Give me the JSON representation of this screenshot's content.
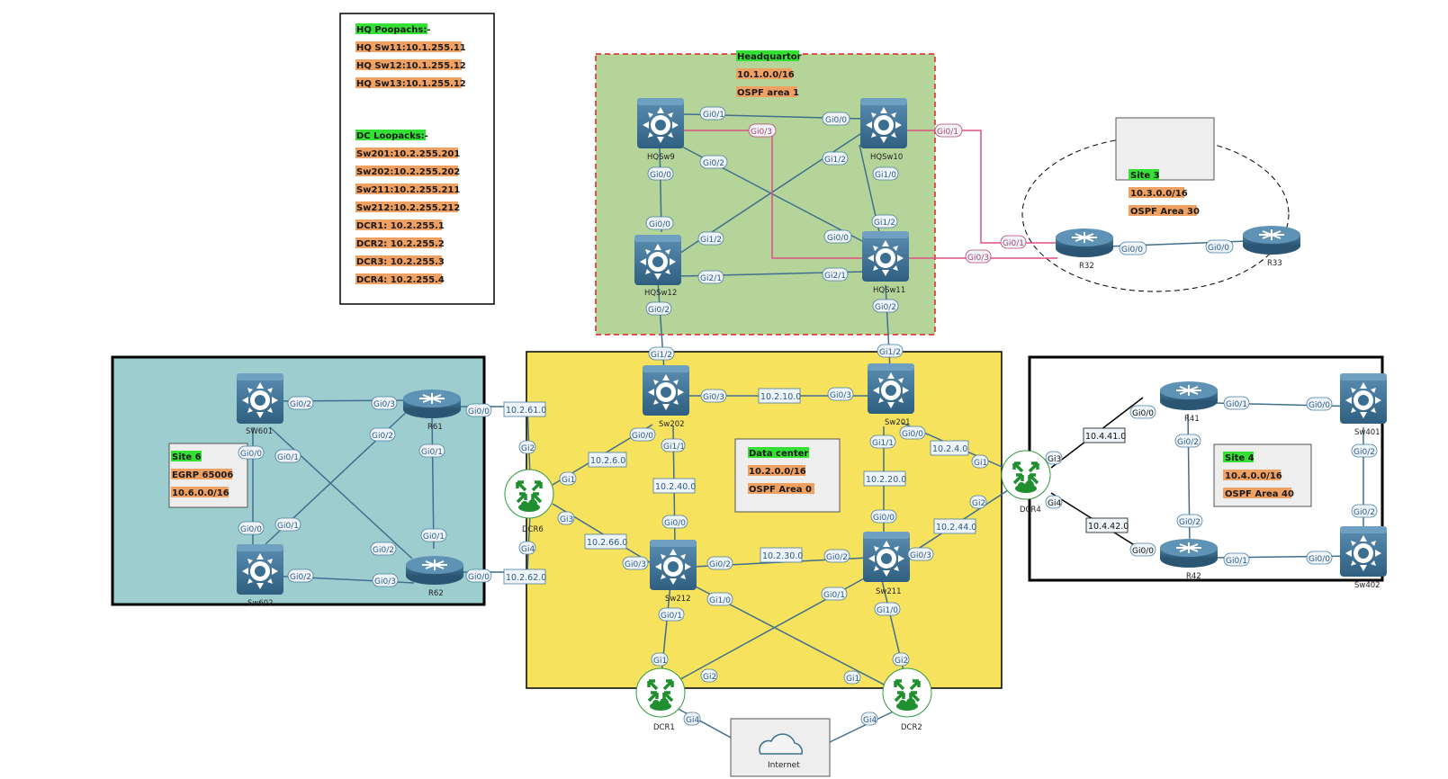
{
  "legend_hq": {
    "title": "HQ Poopachs:-",
    "items": [
      "HQ Sw11:10.1.255.11",
      "HQ Sw12:10.1.255.12",
      "HQ Sw13:10.1.255.12"
    ]
  },
  "legend_dc": {
    "title": "DC Loopacks:-",
    "items": [
      "Sw201:10.2.255.201",
      "Sw202:10.2.255.202",
      "Sw211:10.2.255.211",
      "Sw212:10.2.255.212",
      "DCR1: 10.2.255.1",
      "DCR2: 10.2.255.2",
      "DCR3: 10.2.255.3",
      "DCR4: 10.2.255.4"
    ]
  },
  "hq": {
    "title": "Headquartor",
    "subnet": "10.1.0.0/16",
    "area": "OSPF area 1"
  },
  "site3": {
    "title": "Site 3",
    "subnet": "10.3.0.0/16",
    "area": "OSPF Area 30"
  },
  "site6": {
    "title": "Site 6",
    "protocol": "EGRP 65006",
    "subnet": "10.6.0.0/16"
  },
  "dc": {
    "title": "Data center",
    "subnet": "10.2.0.0/16",
    "area": "OSPF Area 0"
  },
  "site4": {
    "title": "Site 4",
    "subnet": "10.4.0.0/16",
    "area": "OSPF Area 40"
  },
  "internet": "Internet",
  "devices": {
    "hqsw9": "HQSw9",
    "hqsw10": "HQSw10",
    "hqsw12": "HQSw12",
    "hqsw11": "HQSw11",
    "r32": "R32",
    "r33": "R33",
    "sw601": "SW601",
    "sw602": "Sw602",
    "r61": "R61",
    "r62": "R62",
    "sw202": "Sw202",
    "sw201": "Sw201",
    "sw212": "Sw212",
    "sw211": "Sw211",
    "dcr1": "DCR1",
    "dcr2": "DCR2",
    "dcr3": "DCR6",
    "dcr4": "DCR4",
    "r41": "R41",
    "r42": "R42",
    "sw401": "Sw401",
    "sw402": "Sw402"
  },
  "ports": {
    "hq_sw9_g01": "Gi0/1",
    "hq_sw10_g00": "Gi0/0",
    "hq_sw9_g03": "Gi0/3",
    "hq_sw10_g01": "Gi0/1",
    "hq_sw9_g02": "Gi0/2",
    "hq_sw10_g12": "Gi1/2",
    "hq_sw9_g00": "Gi0/0",
    "hq_sw10_g10": "Gi1/0",
    "hq_sw12_g00": "Gi0/0",
    "hq_sw12_g12": "Gi1/2",
    "hq_sw11_g00": "Gi0/0",
    "hq_sw11_g12": "Gi1/2",
    "hq_sw12_g21": "Gi2/1",
    "hq_sw11_g21": "Gi2/1",
    "hq_sw12_g02": "Gi0/2",
    "hq_sw11_g02": "Gi0/2",
    "r32_g01": "Gi0/1",
    "r32_g03": "Gi0/3",
    "r32_g00": "Gi0/0",
    "r33_g00": "Gi0/0",
    "s6_sw601_g02": "Gi0/2",
    "s6_r61_g03": "Gi0/3",
    "s6_r61_g02": "Gi0/2",
    "s6_r61_g01": "Gi0/1",
    "s6_r61_g00": "Gi0/0",
    "s6_sw601_g00": "Gi0/0",
    "s6_sw601_g01": "Gi0/1",
    "s6_sw602_g00": "Gi0/0",
    "s6_sw602_g01": "Gi0/1",
    "s6_r62_g02": "Gi0/2",
    "s6_r62_g01": "Gi0/1",
    "s6_sw602_g02": "Gi0/2",
    "s6_r62_g03": "Gi0/3",
    "s6_r62_g00": "Gi0/0",
    "dc_sw202_g12": "Gi1/2",
    "dc_sw201_g12": "Gi1/2",
    "dc_sw202_g03": "Gi0/3",
    "dc_sw201_g03": "Gi0/3",
    "dc_sw202_g00": "Gi0/0",
    "dc_sw202_g11": "Gi1/1",
    "dc_sw201_g11": "Gi1/1",
    "dc_sw201_g00": "Gi0/0",
    "dcr3_g2": "Gi2",
    "dcr3_g1": "Gi1",
    "dcr3_g3": "Gi3",
    "dcr3_g4": "Gi4",
    "dcr4_g1": "Gi1",
    "dcr4_g2": "Gi2",
    "dcr4_g3": "Gi3",
    "dcr4_g4": "Gi4",
    "dc_sw212_g00": "Gi0/0",
    "dc_sw211_g00": "Gi0/0",
    "dc_sw212_g03": "Gi0/3",
    "dc_sw212_g02": "Gi0/2",
    "dc_sw211_g02": "Gi0/2",
    "dc_sw211_g03": "Gi0/3",
    "dc_sw212_g10": "Gi1/0",
    "dc_sw211_g01": "Gi0/1",
    "dc_sw212_g01": "Gi0/1",
    "dc_sw211_g10": "Gi1/0",
    "dcr1_g1": "Gi1",
    "dcr1_g2": "Gi2",
    "dcr1_g4": "Gi4",
    "dcr2_g1": "Gi1",
    "dcr2_g2": "Gi2",
    "dcr2_g4": "Gi4",
    "s4_r41_g00": "Gi0/0",
    "s4_r41_g01": "Gi0/1",
    "s4_sw401_g00": "Gi0/0",
    "s4_r41_g02": "Gi0/2",
    "s4_sw401_g02": "Gi0/2",
    "s4_r42_g02": "Gi0/2",
    "s4_sw402_g02": "Gi0/2",
    "s4_r42_g00": "Gi0/0",
    "s4_r42_g01": "Gi0/1",
    "s4_sw402_g00": "Gi0/0"
  },
  "nets": {
    "n10_2_61": "10.2.61.0",
    "n10_2_62": "10.2.62.0",
    "n10_2_10": "10.2.10.0",
    "n10_2_6": "10.2.6.0",
    "n10_2_40": "10.2.40.0",
    "n10_2_4": "10.2.4.0",
    "n10_2_20": "10.2.20.0",
    "n10_2_66": "10.2.66.0",
    "n10_2_30": "10.2.30.0",
    "n10_2_44": "10.2.44.0",
    "n10_4_41": "10.4.41.0",
    "n10_4_42": "10.4.42.0"
  },
  "colors": {
    "hq_zone": "#b5d49a",
    "hq_border": "#e02020",
    "site6_zone": "#9ecdd0",
    "dc_zone": "#f7e25e",
    "link": "#3f6f8f",
    "pink_link": "#e04f86",
    "switch": "#3a6f92",
    "router": "#3a6f92",
    "dc_router": "#1f8f2f"
  }
}
